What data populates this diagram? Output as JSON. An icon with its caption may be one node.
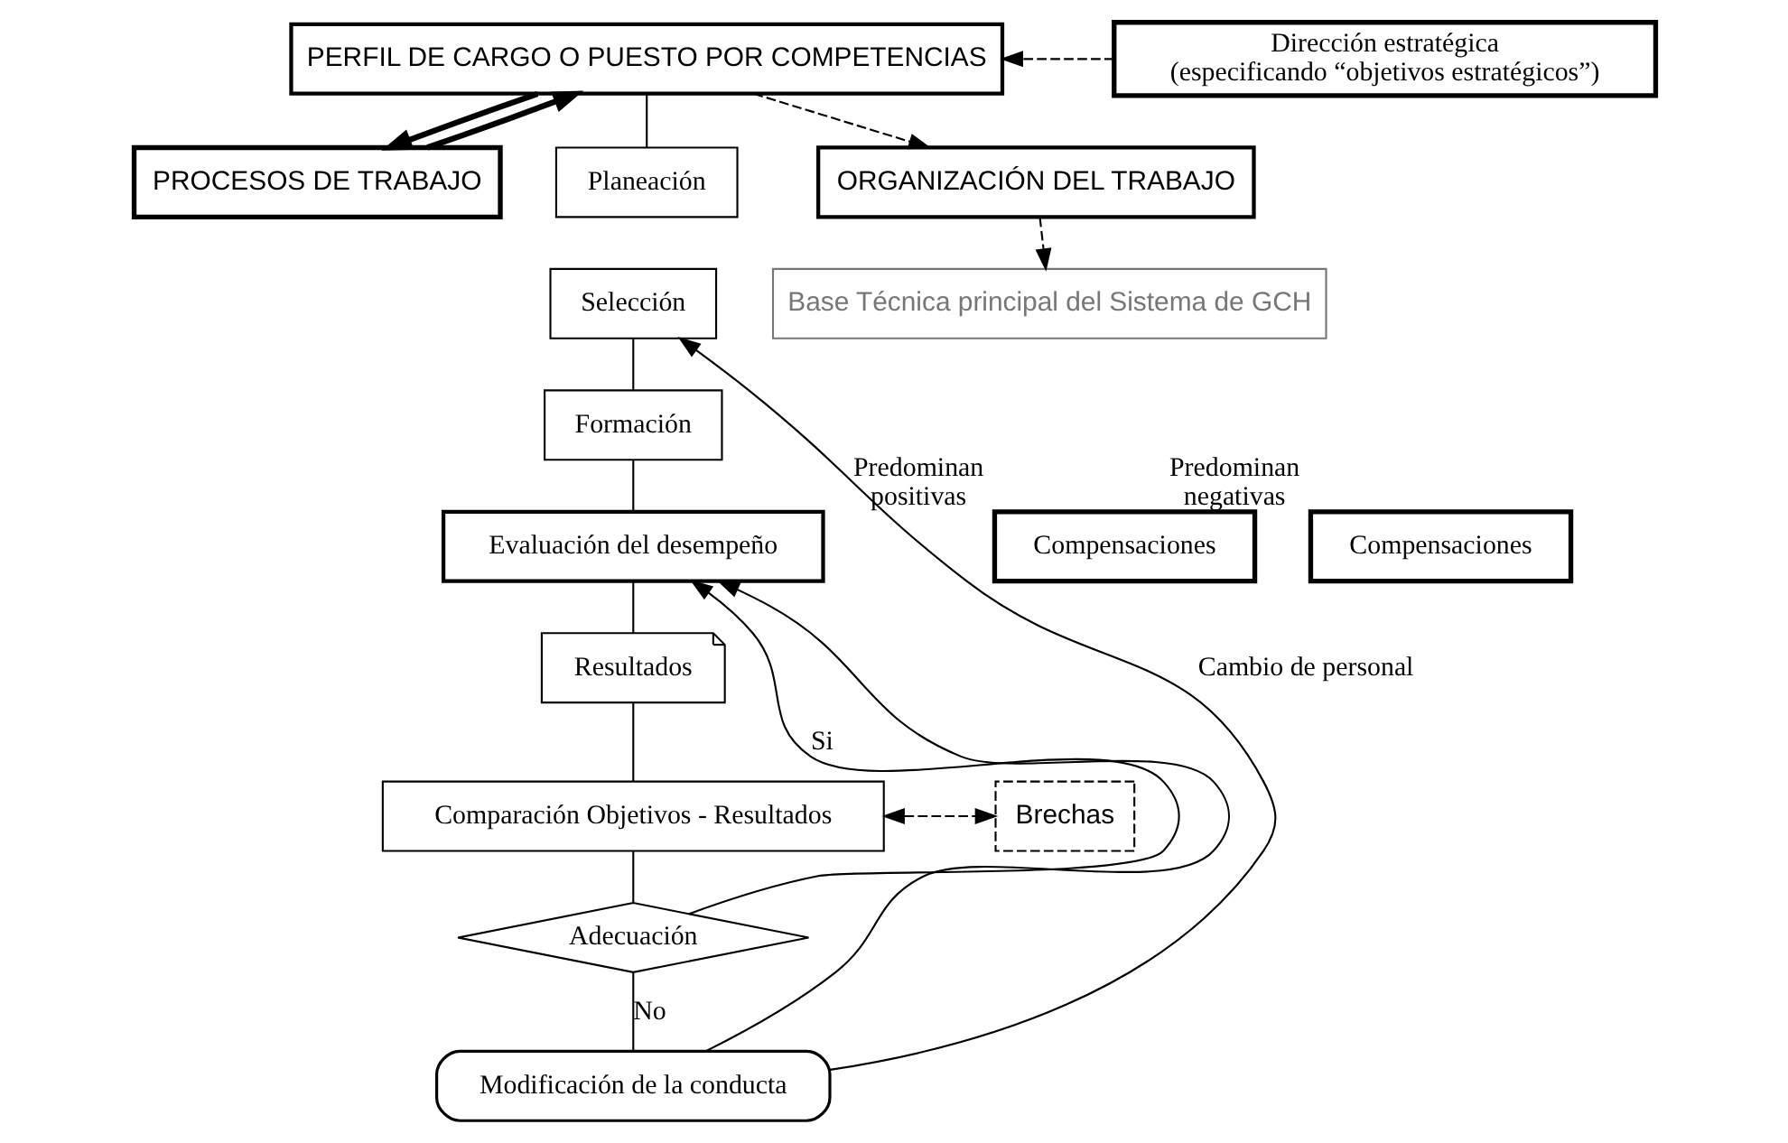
{
  "diagram": {
    "nodes": [
      {
        "text": [
          "PERFIL DE CARGO O PUESTO POR COMPETENCIAS"
        ]
      },
      {
        "text": [
          "PROCESOS DE TRABAJO"
        ]
      },
      {
        "text": [
          "Dirección estratégica",
          "(especificando “objetivos estratégicos”)"
        ]
      },
      {
        "text": [
          "Planeación"
        ]
      },
      {
        "text": [
          "Selección"
        ]
      },
      {
        "text": [
          "Formación"
        ]
      },
      {
        "text": [
          "ORGANIZACIÓN DEL TRABAJO"
        ]
      },
      {
        "text": [
          "Evaluación del desempeño"
        ]
      },
      {
        "text": [
          "Compensaciones"
        ],
        "beside": [
          "Predominan",
          "positivas"
        ]
      },
      {
        "text": [
          "Compensaciones"
        ],
        "beside": [
          "Predominan",
          "negativas"
        ]
      },
      {
        "text": [
          "Resultados"
        ]
      },
      {
        "text": [
          "Comparación Objetivos - Resultados"
        ]
      },
      {
        "text": [
          "Brechas"
        ]
      },
      {
        "text": [
          "Adecuación"
        ]
      },
      {
        "text": [
          "Base Técnica principal del Sistema de GCH"
        ]
      },
      {
        "text": [
          "Modificación de la conducta"
        ]
      }
    ],
    "edges": [
      {
        "from": 1,
        "to": 0,
        "arrow": "to",
        "style": "thick"
      },
      {
        "from": 0,
        "to": 1,
        "arrow": "to",
        "style": "thick"
      },
      {
        "from": 0,
        "to": 6,
        "arrow": "to",
        "style": "dashed"
      },
      {
        "from": 2,
        "to": 0,
        "arrow": "to",
        "style": "dashed"
      },
      {
        "from": 0,
        "to": 3,
        "arrow": "none"
      },
      {
        "from": 4,
        "to": 5,
        "arrow": "none"
      },
      {
        "from": 5,
        "to": 7,
        "arrow": "none"
      },
      {
        "from": 7,
        "to": 10,
        "arrow": "none"
      },
      {
        "from": 10,
        "to": 11,
        "arrow": "none"
      },
      {
        "from": 11,
        "to": 13,
        "arrow": "none"
      },
      {
        "from": 13,
        "to": 15,
        "label": "No",
        "arrow": "none"
      },
      {
        "from": 13,
        "to": 7,
        "label": "Si",
        "arrow": "to"
      },
      {
        "from": 15,
        "to": 4,
        "label": "Cambio de personal",
        "arrow": "to"
      },
      {
        "from": 15,
        "to": 7,
        "arrow": "to"
      },
      {
        "from": 11,
        "to": 12,
        "arrow": "both",
        "style": "dashed"
      },
      {
        "from": 6,
        "to": 14,
        "arrow": "to",
        "style": "dashed"
      }
    ]
  }
}
